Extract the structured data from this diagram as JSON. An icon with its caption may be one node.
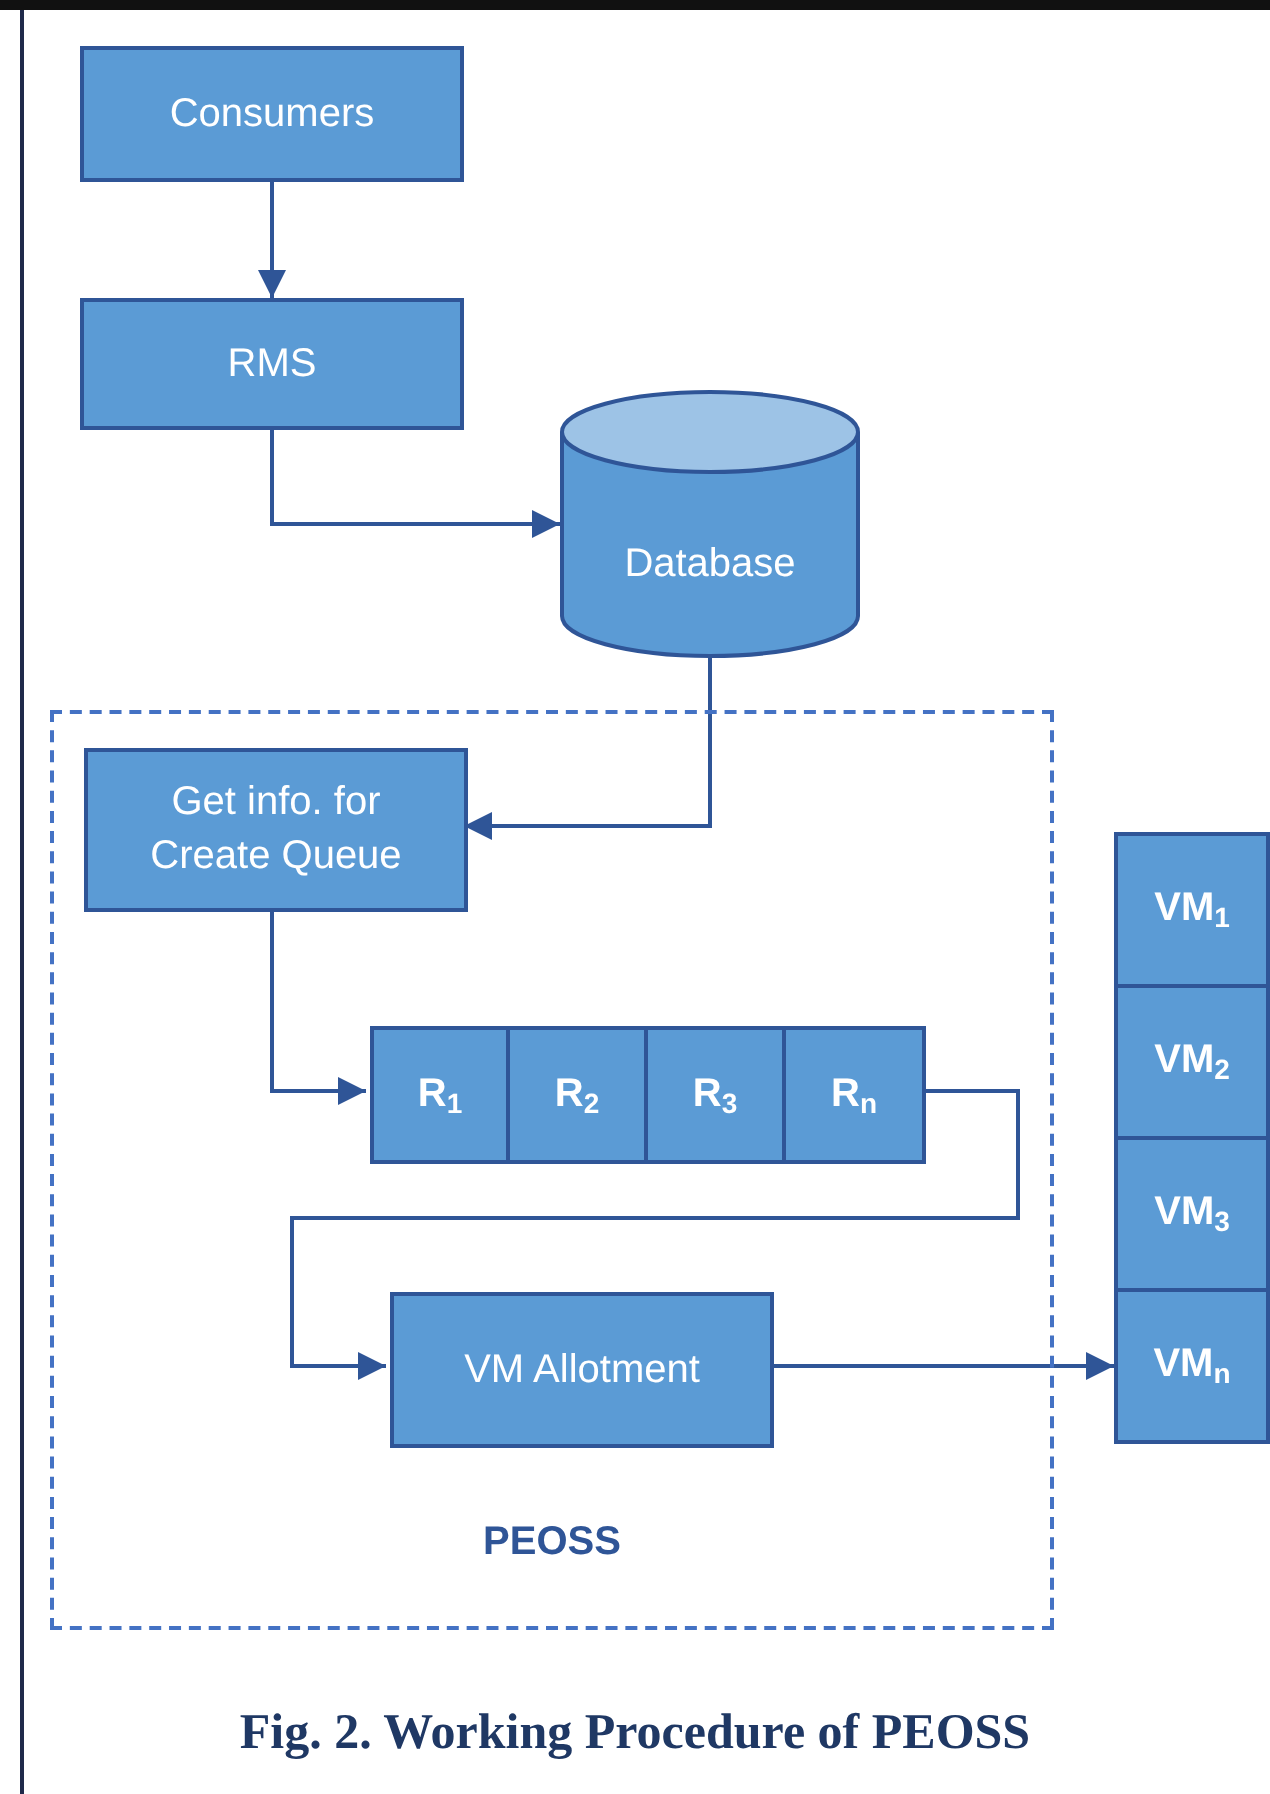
{
  "diagram": {
    "caption": "Fig. 2. Working Procedure of PEOSS",
    "nodes": [
      {
        "text": [
          "Consumers"
        ]
      },
      {
        "text": [
          "RMS"
        ]
      },
      {
        "text": [
          "Database"
        ]
      },
      {
        "text": [
          "PEOSS"
        ]
      },
      {
        "text": [
          "Get info. for Create Queue"
        ],
        "in": 3
      },
      {
        "text": [
          "R$_{1}$"
        ],
        "in": 3
      },
      {
        "text": [
          "R$_{2}$"
        ],
        "in": 3
      },
      {
        "text": [
          "R$_{3}$"
        ],
        "in": 3
      },
      {
        "text": [
          "R$_{n}$"
        ],
        "in": 3
      },
      {
        "text": [
          "VM Allotment"
        ],
        "in": 3
      },
      {
        "text": [
          "VM$_{1}$"
        ]
      },
      {
        "text": [
          "VM$_{2}$"
        ]
      },
      {
        "text": [
          "VM$_{3}$"
        ]
      },
      {
        "text": [
          "VM$_{n}$"
        ]
      }
    ],
    "edges": [
      {
        "from": 0,
        "to": 1,
        "arrow": "to"
      },
      {
        "from": 1,
        "to": 2,
        "arrow": "to"
      },
      {
        "from": 2,
        "to": 4,
        "arrow": "to"
      },
      {
        "from": 4,
        "to": 5,
        "arrow": "to"
      },
      {
        "from": 8,
        "to": 9,
        "arrow": "to"
      },
      {
        "from": 9,
        "to": 13,
        "arrow": "to"
      }
    ]
  }
}
